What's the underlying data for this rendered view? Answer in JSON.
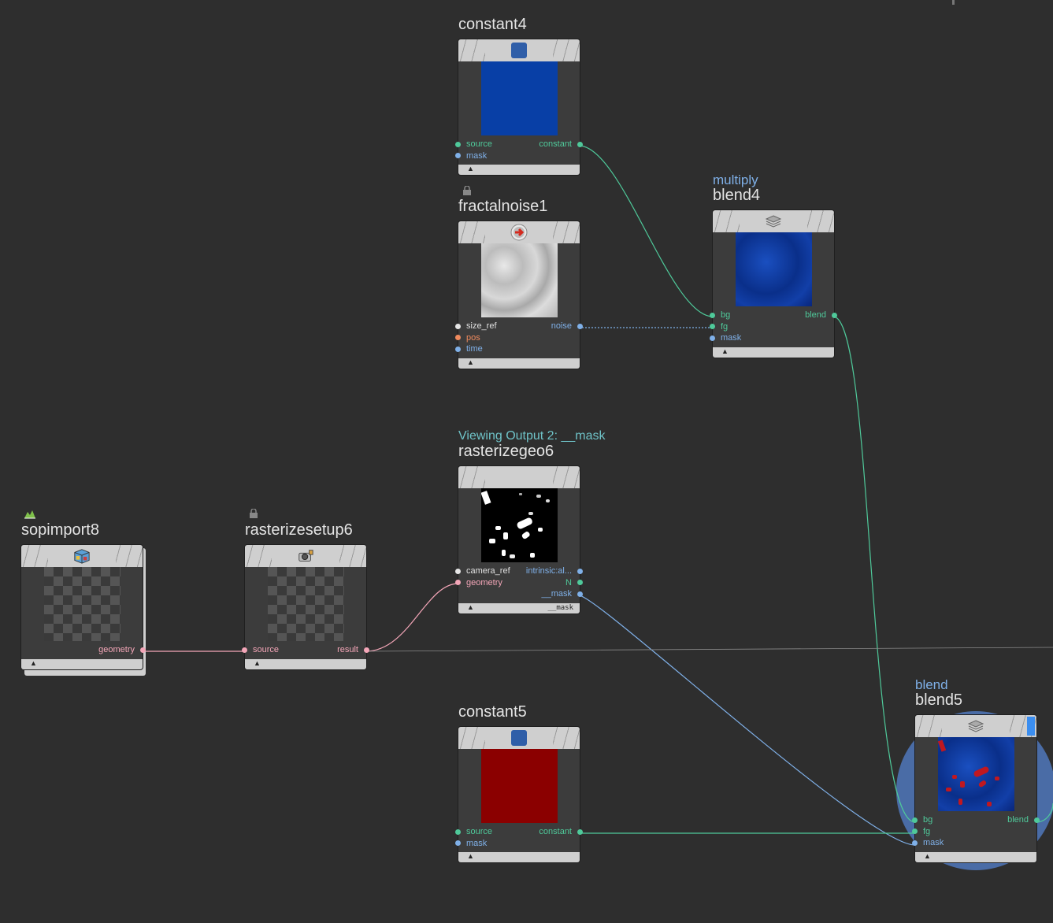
{
  "nodes": {
    "constant4": {
      "name": "constant4",
      "inputs": [
        "source",
        "mask"
      ],
      "output": "constant",
      "color": "#083fa6"
    },
    "fractalnoise1": {
      "name": "fractalnoise1",
      "inputs": [
        "size_ref",
        "pos",
        "time"
      ],
      "output": "noise"
    },
    "blend4": {
      "subtitle": "multiply",
      "name": "blend4",
      "inputs": [
        "bg",
        "fg",
        "mask"
      ],
      "output": "blend"
    },
    "rasterizegeo6": {
      "viewing": "Viewing Output 2: __mask",
      "name": "rasterizegeo6",
      "inputs": [
        "camera_ref",
        "geometry"
      ],
      "outputs": [
        "intrinsic:al...",
        "N",
        "__mask"
      ],
      "footer": "__mask"
    },
    "sopimport8": {
      "name": "sopimport8",
      "output": "geometry"
    },
    "rasterizesetup6": {
      "name": "rasterizesetup6",
      "input": "source",
      "output": "result"
    },
    "constant5": {
      "name": "constant5",
      "inputs": [
        "source",
        "mask"
      ],
      "output": "constant",
      "color": "#8b0000"
    },
    "blend5": {
      "subtitle": "blend",
      "name": "blend5",
      "inputs": [
        "bg",
        "fg",
        "mask"
      ],
      "output": "blend"
    }
  },
  "colors": {
    "background": "#2e2e2e",
    "wire_green": "#4fc99a",
    "wire_blue": "#7fb0e8",
    "wire_pink": "#f4a6b8",
    "selection": "#4a6fa8"
  },
  "footer_arrow": "▲"
}
